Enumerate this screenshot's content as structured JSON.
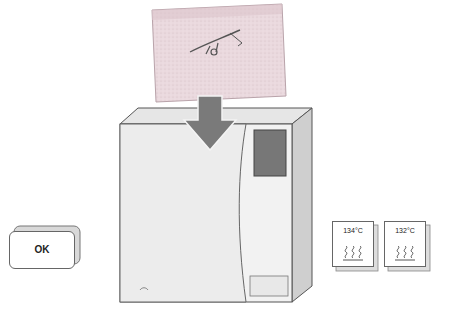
{
  "diagram": {
    "nodes": [
      {
        "text": [
          "OK"
        ]
      },
      {
        "text": [
          "134°C"
        ]
      },
      {
        "text": [
          "132°C"
        ]
      }
    ]
  }
}
